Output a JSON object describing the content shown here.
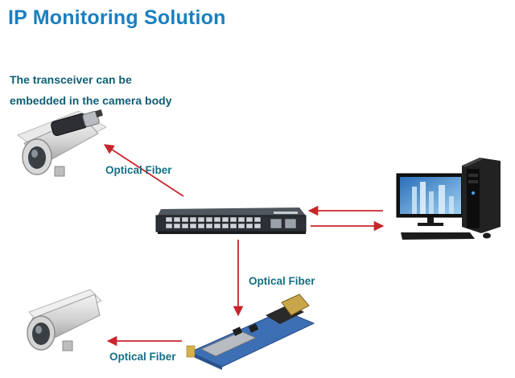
{
  "title": "IP Monitoring Solution",
  "note": {
    "line1": "The transceiver can be",
    "line2": "embedded in the camera body"
  },
  "labels": {
    "fiber_top": "Optical Fiber",
    "fiber_middle": "Optical Fiber",
    "fiber_bottom": "Optical Fiber"
  },
  "colors": {
    "title": "#1a7fc0",
    "label": "#137085",
    "arrow": "#c8252b",
    "switch_body": "#2b3036",
    "board": "#3d6fb5"
  },
  "devices": {
    "camera_top": "embedded-transceiver-camera",
    "switch": "ethernet-switch",
    "computer": "desktop-computer",
    "camera_bottom": "ip-camera",
    "converter": "fiber-media-converter"
  }
}
